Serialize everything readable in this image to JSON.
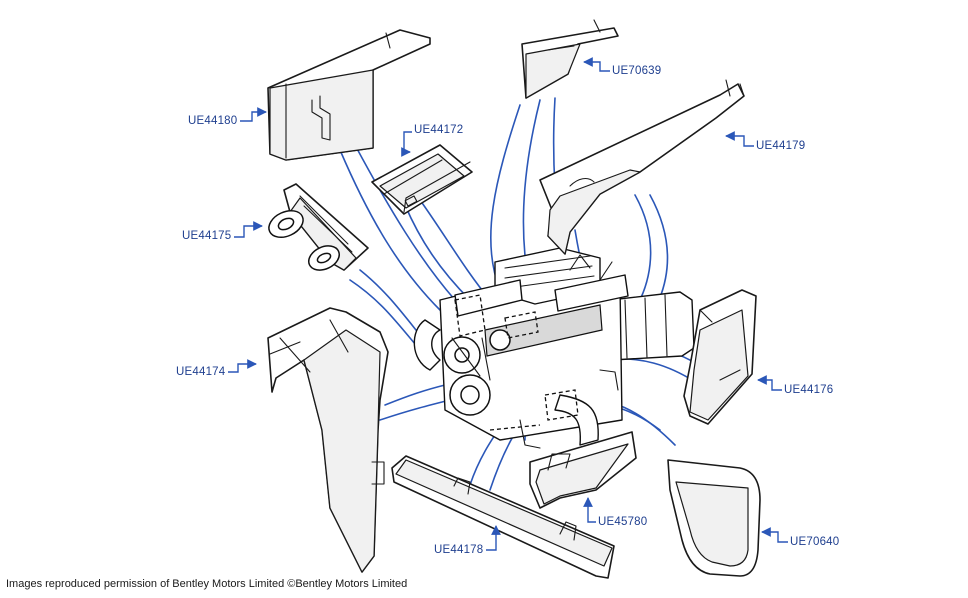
{
  "colors": {
    "leader": "#2b57b8",
    "label_text": "#1f3f8f",
    "linework": "#1a1a1a"
  },
  "parts": [
    {
      "id": "UE44180",
      "label": "UE44180"
    },
    {
      "id": "UE70639",
      "label": "UE70639"
    },
    {
      "id": "UE44172",
      "label": "UE44172"
    },
    {
      "id": "UE44179",
      "label": "UE44179"
    },
    {
      "id": "UE44175",
      "label": "UE44175"
    },
    {
      "id": "UE44174",
      "label": "UE44174"
    },
    {
      "id": "UE44176",
      "label": "UE44176"
    },
    {
      "id": "UE45780",
      "label": "UE45780"
    },
    {
      "id": "UE44178",
      "label": "UE44178"
    },
    {
      "id": "UE70640",
      "label": "UE70640"
    }
  ],
  "credit": "Images reproduced permission of Bentley Motors Limited ©Bentley Motors Limited"
}
